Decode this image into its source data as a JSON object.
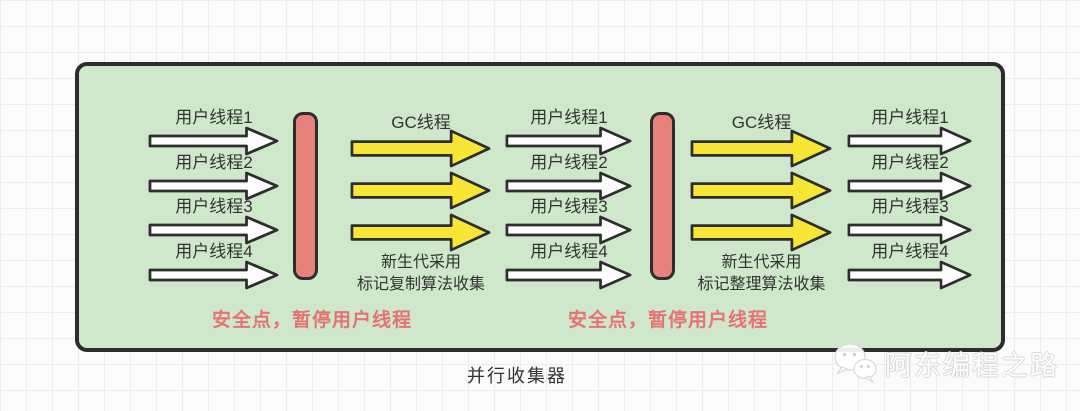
{
  "colors": {
    "panel_bg": "#cfe8cb",
    "panel_border": "#2d2d2d",
    "bar_fill": "#e8807c",
    "gc_yellow": "#f8e636",
    "arrow_white": "#fdfdfd",
    "safepoint_red": "#e57373",
    "text_dark": "#333333"
  },
  "threads": [
    "用户线程1",
    "用户线程2",
    "用户线程3",
    "用户线程4"
  ],
  "gc_label": "GC线程",
  "phase1": {
    "line1": "新生代采用",
    "line2": "标记复制算法收集"
  },
  "phase2": {
    "line1": "新生代采用",
    "line2": "标记整理算法收集"
  },
  "safepoint_text": "安全点，暂停用户线程",
  "caption": "并行收集器",
  "watermark": {
    "icon": "wechat-chat-bubbles-icon",
    "text": "阿东编程之路"
  }
}
